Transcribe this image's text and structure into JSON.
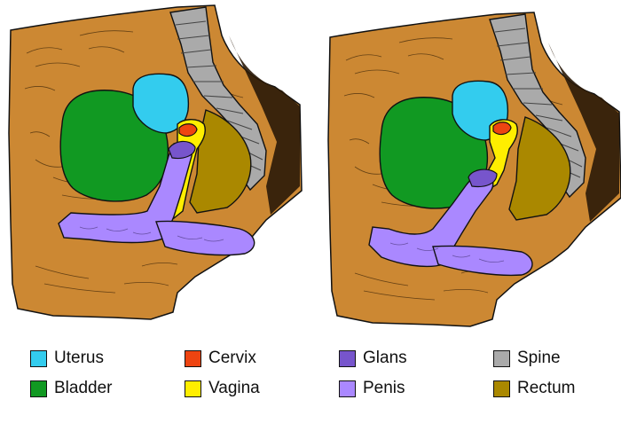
{
  "legend": {
    "items": [
      {
        "label": "Uterus",
        "color": "#33ccee"
      },
      {
        "label": "Bladder",
        "color": "#119922"
      },
      {
        "label": "Cervix",
        "color": "#ee4411"
      },
      {
        "label": "Vagina",
        "color": "#ffee00"
      },
      {
        "label": "Glans",
        "color": "#7755cc"
      },
      {
        "label": "Penis",
        "color": "#aa88ff"
      },
      {
        "label": "Spine",
        "color": "#aaaaaa"
      },
      {
        "label": "Rectum",
        "color": "#aa8800"
      }
    ]
  },
  "colors": {
    "body": "#cc8833",
    "outline": "#111111",
    "background": "#ffffff"
  },
  "panels": [
    {
      "name": "left-panel"
    },
    {
      "name": "right-panel"
    }
  ]
}
